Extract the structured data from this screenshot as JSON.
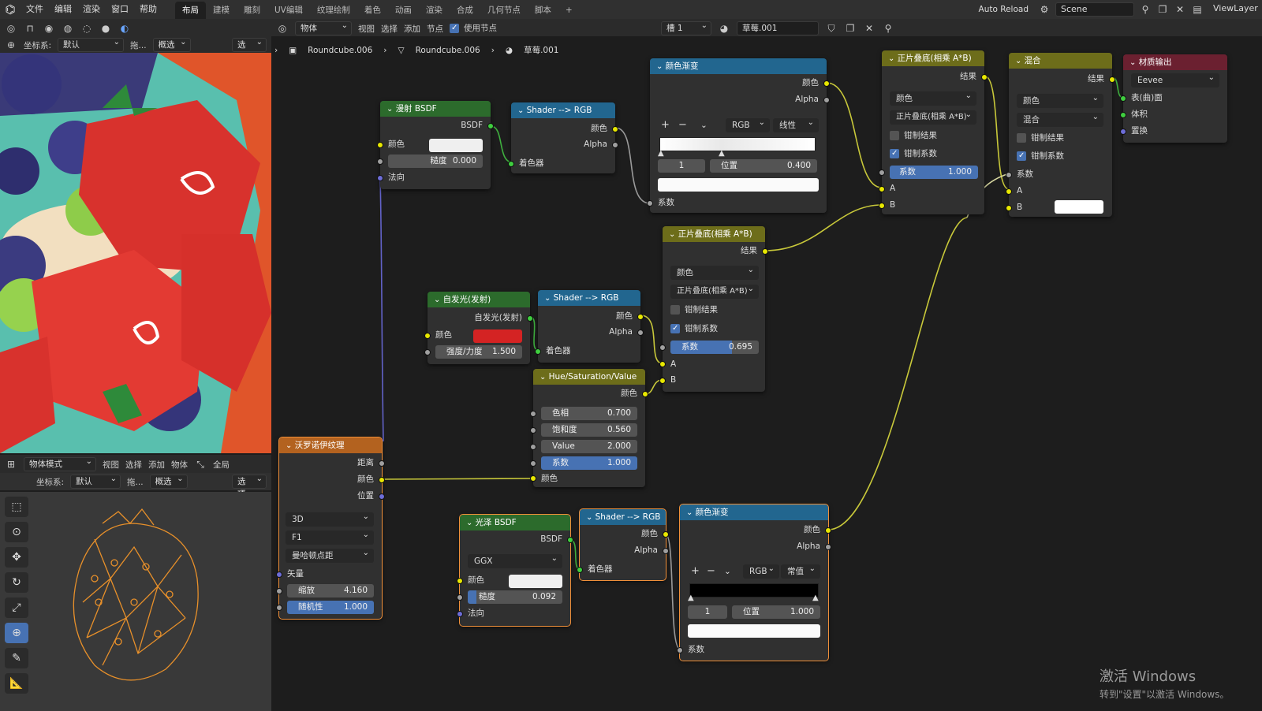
{
  "topbar": {
    "menu": [
      "文件",
      "编辑",
      "渲染",
      "窗口",
      "帮助"
    ],
    "workspaces": [
      "布局",
      "建模",
      "雕刻",
      "UV编辑",
      "纹理绘制",
      "着色",
      "动画",
      "渲染",
      "合成",
      "几何节点",
      "脚本"
    ],
    "active_workspace": "布局",
    "add_tab": "+",
    "auto_reload": "Auto Reload",
    "scene": "Scene",
    "view_layer": "ViewLayer"
  },
  "image_header": {
    "coord_label": "坐标系:",
    "coord_value": "默认",
    "drag": "拖...",
    "pivot": "概选",
    "options": "选项"
  },
  "viewport_header": {
    "mode": "物体模式",
    "items": [
      "视图",
      "选择",
      "添加",
      "物体"
    ],
    "global": "全局",
    "coord_label": "坐标系:",
    "coord_value": "默认",
    "drag": "拖...",
    "pivot": "概选",
    "options": "选项"
  },
  "node_header": {
    "object_type": "物体",
    "items": [
      "视图",
      "选择",
      "添加",
      "节点"
    ],
    "use_nodes": "使用节点",
    "slot": "槽 1",
    "material": "草莓.001"
  },
  "breadcrumb": [
    "Roundcube.006",
    "Roundcube.006",
    "草莓.001"
  ],
  "nodes": {
    "diffuse": {
      "title": "漫射 BSDF",
      "out": "BSDF",
      "color": "颜色",
      "roughness": "糙度",
      "roughness_val": "0.000",
      "normal": "法向"
    },
    "s2r1": {
      "title": "Shader --> RGB",
      "color": "颜色",
      "alpha": "Alpha",
      "shader": "着色器"
    },
    "ramp1": {
      "title": "颜色渐变",
      "color": "颜色",
      "alpha": "Alpha",
      "mode": "RGB",
      "interp": "线性",
      "index": "1",
      "pos_label": "位置",
      "pos_val": "0.400",
      "fac": "系数",
      "plus": "+",
      "minus": "−"
    },
    "multiply1": {
      "title": "正片叠底(相乘 A*B)",
      "result": "结果",
      "type": "颜色",
      "blend": "正片叠底(相乘 A*B)",
      "clamp_result": "钳制结果",
      "clamp_fac": "钳制系数",
      "fac_label": "系数",
      "fac_val": "1.000",
      "a": "A",
      "b": "B"
    },
    "mix": {
      "title": "混合",
      "result": "结果",
      "type": "颜色",
      "blend": "混合",
      "clamp_result": "钳制结果",
      "clamp_fac": "钳制系数",
      "fac": "系数",
      "a": "A",
      "b": "B"
    },
    "output": {
      "title": "材质输出",
      "engine": "Eevee",
      "surface": "表(曲)面",
      "volume": "体积",
      "displacement": "置换"
    },
    "multiply2": {
      "title": "正片叠底(相乘 A*B)",
      "result": "结果",
      "type": "颜色",
      "blend": "正片叠底(相乘 A*B)",
      "clamp_result": "钳制结果",
      "clamp_fac": "钳制系数",
      "fac_label": "系数",
      "fac_val": "0.695",
      "fac_fill": 0.695,
      "a": "A",
      "b": "B"
    },
    "emission": {
      "title": "自发光(发射)",
      "out": "自发光(发射)",
      "color": "颜色",
      "strength": "强度/力度",
      "strength_val": "1.500"
    },
    "s2r2": {
      "title": "Shader --> RGB",
      "color": "颜色",
      "alpha": "Alpha",
      "shader": "着色器"
    },
    "hsv": {
      "title": "Hue/Saturation/Value",
      "color_out": "颜色",
      "hue": "色相",
      "hue_val": "0.700",
      "sat": "饱和度",
      "sat_val": "0.560",
      "val": "Value",
      "val_val": "2.000",
      "fac": "系数",
      "fac_val": "1.000",
      "color_in": "颜色"
    },
    "voronoi": {
      "title": "沃罗诺伊纹理",
      "distance": "距离",
      "color": "颜色",
      "position": "位置",
      "dim": "3D",
      "feature": "F1",
      "metric": "曼哈顿点距",
      "vector": "矢量",
      "scale": "缩放",
      "scale_val": "4.160",
      "random": "随机性",
      "random_val": "1.000"
    },
    "glossy": {
      "title": "光泽 BSDF",
      "out": "BSDF",
      "dist": "GGX",
      "color": "颜色",
      "roughness": "糙度",
      "roughness_val": "0.092",
      "roughness_fill": 0.092,
      "normal": "法向"
    },
    "s2r3": {
      "title": "Shader --> RGB",
      "color": "颜色",
      "alpha": "Alpha",
      "shader": "着色器"
    },
    "ramp2": {
      "title": "颜色渐变",
      "color": "颜色",
      "alpha": "Alpha",
      "mode": "RGB",
      "interp": "常值",
      "index": "1",
      "pos_label": "位置",
      "pos_val": "1.000",
      "fac": "系数",
      "plus": "+",
      "minus": "−"
    }
  },
  "watermark": {
    "line1": "激活 Windows",
    "line2": "转到\"设置\"以激活 Windows。"
  },
  "colors": {
    "emission_color": "#d42323",
    "link_yellow": "#c8c83a",
    "link_gray": "#9a9a9a",
    "link_blue": "#6262c8",
    "link_green": "#3fb03f",
    "accent": "#4772b3"
  }
}
